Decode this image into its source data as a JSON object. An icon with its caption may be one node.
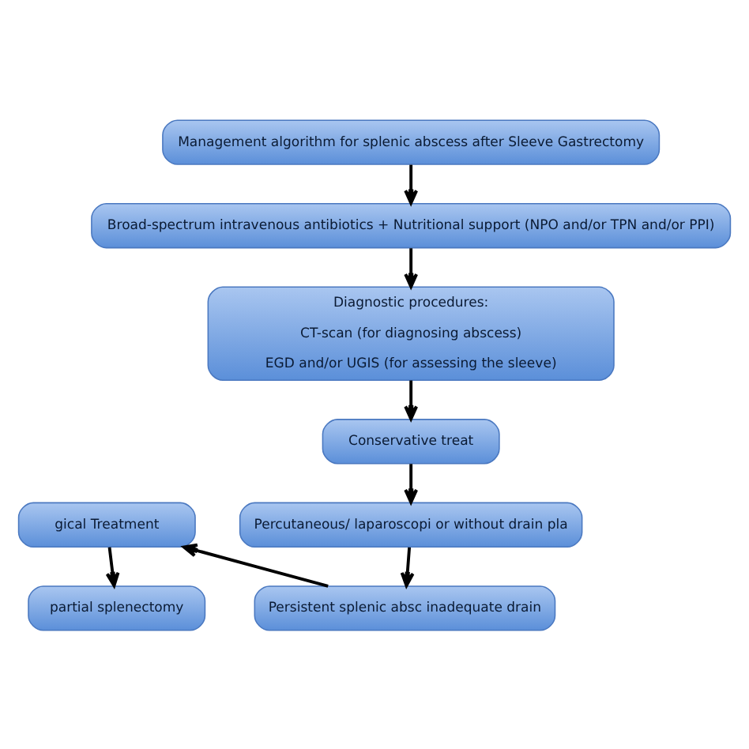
{
  "diagram": {
    "nodes": [
      {
        "text": [
          "Management algorithm for splenic abscess after Sleeve Gastrectomy"
        ]
      },
      {
        "text": [
          "Broad-spectrum intravenous antibiotics + Nutritional support (NPO and/or TPN and/or PPI)"
        ]
      },
      {
        "text": [
          "Diagnostic procedures:",
          "CT-scan (for diagnosing abscess)",
          "EGD and/or UGIS (for assessing the sleeve)"
        ]
      },
      {
        "text": [
          "Conservative treat"
        ]
      },
      {
        "text": [
          "Percutaneous/ laparoscopi or without drain pla"
        ]
      },
      {
        "text": [
          "gical Treatment"
        ]
      },
      {
        "text": [
          "partial splenectomy"
        ]
      },
      {
        "text": [
          "Persistent splenic absc inadequate drain"
        ]
      }
    ],
    "edges": [
      {
        "from": 0,
        "to": 1,
        "arrow": "to"
      },
      {
        "from": 1,
        "to": 2,
        "arrow": "to"
      },
      {
        "from": 2,
        "to": 3,
        "arrow": "to"
      },
      {
        "from": 3,
        "to": 4,
        "arrow": "to"
      },
      {
        "from": 4,
        "to": 7,
        "arrow": "to"
      },
      {
        "from": 7,
        "to": 5,
        "arrow": "to"
      },
      {
        "from": 5,
        "to": 6,
        "arrow": "to"
      }
    ]
  }
}
